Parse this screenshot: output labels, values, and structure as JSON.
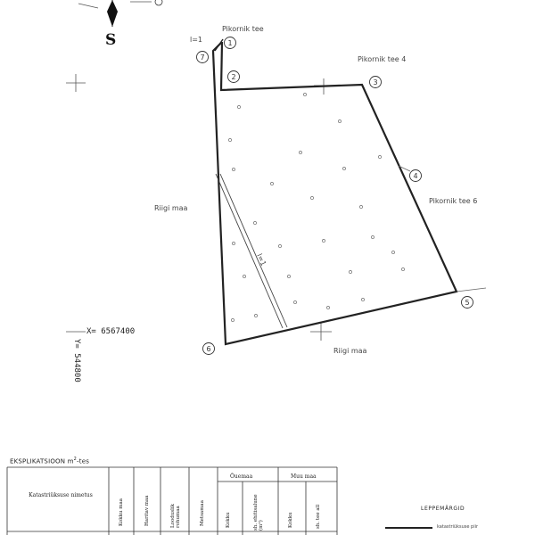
{
  "north_arrow": {
    "letter": "S"
  },
  "coordinates": {
    "x_label": "X= 6567400",
    "y_label": "Y= 544800"
  },
  "vertices": [
    "1",
    "2",
    "3",
    "4",
    "5",
    "6",
    "7"
  ],
  "labels": {
    "top_neighbor": "Pikornik tee",
    "neighbor_4": "Pikornik tee 4",
    "neighbor_6": "Pikornik tee 6",
    "left_neighbor": "Riigi maa",
    "bottom_neighbor": "Riigi maa",
    "small_dim": "l=1",
    "inner_dim": "l=1"
  },
  "table": {
    "title_text": "EKSPLIKATSIOON m",
    "title_sup": "2",
    "title_suffix": "-tes",
    "headers": {
      "name": "Katastriüksuse nimetus",
      "kokku_maa": "Kokku maa",
      "haritav_maa": "Haritav maa",
      "looduslik_rohumaa": "Looduslik rohumaa",
      "metsamaa": "Metsamaa",
      "ouemaa": "Õuemaa",
      "muu_maa": "Muu maa",
      "ouemaa_kokku": "Kokku",
      "ouemaa_sh": "sh. ehitisalune (m²)",
      "muu_kokku": "Kokku",
      "muu_sh": "sh. tee all"
    }
  },
  "legend": {
    "title": "LEPPEMÄRGID",
    "item": "katastriüksuse piir"
  }
}
